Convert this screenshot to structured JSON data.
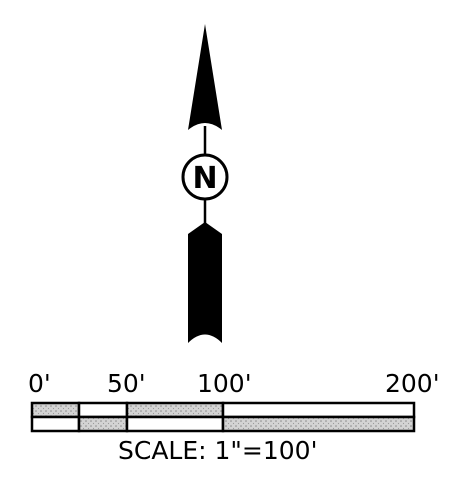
{
  "north_arrow": {
    "letter": "N"
  },
  "scale_bar": {
    "tick_labels": [
      "0'",
      "50'",
      "100'",
      "200'"
    ],
    "caption": "SCALE: 1\"=100'"
  },
  "colors": {
    "ink": "#000000",
    "shade": "#d3d3d3",
    "paper": "#ffffff"
  }
}
